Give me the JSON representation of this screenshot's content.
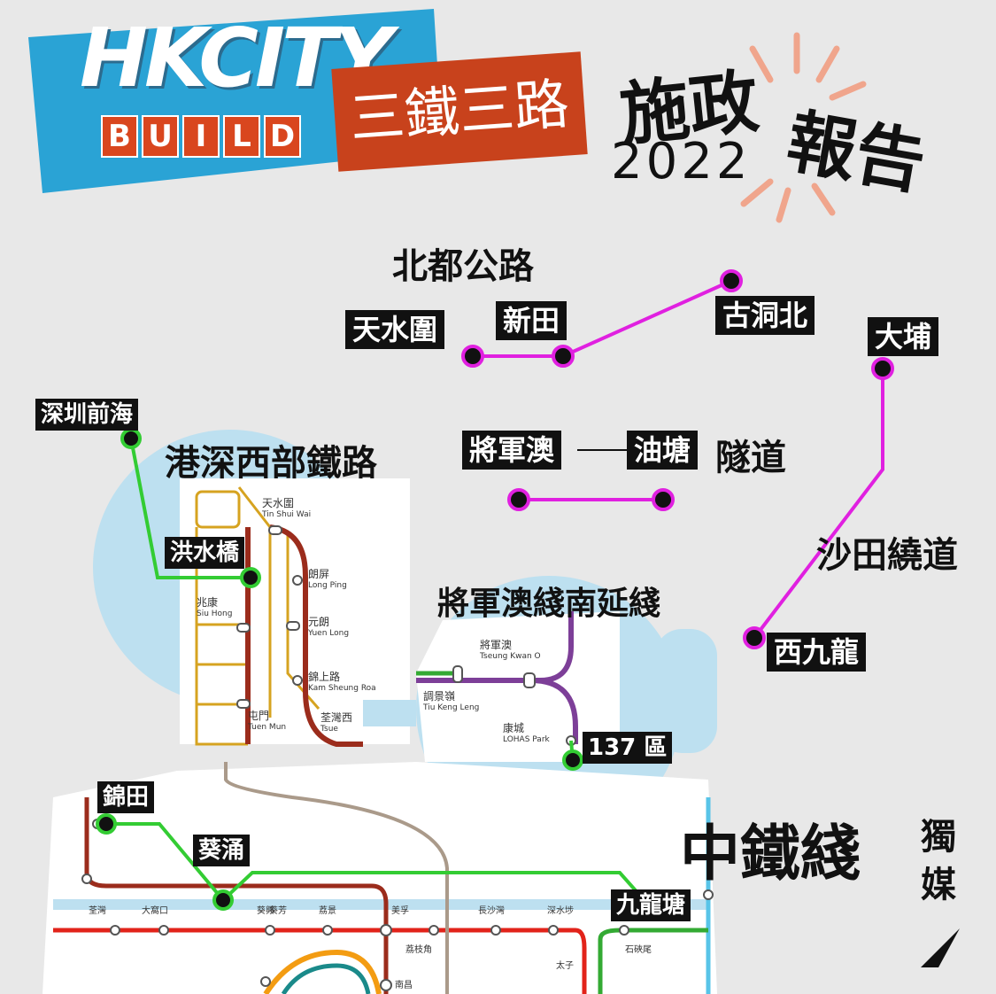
{
  "header": {
    "logo_main": "HKCITY",
    "logo_build": [
      "B",
      "U",
      "I",
      "L",
      "D"
    ],
    "logo_subtitle": "三鐵三路",
    "policy_line1": "施政",
    "policy_line2": "報告",
    "policy_year": "2022",
    "publisher": "獨媒"
  },
  "projects": {
    "northern_metropolis_highway": {
      "title": "北都公路",
      "stations": [
        "天水圍",
        "新田",
        "古洞北"
      ]
    },
    "hk_sz_western_rail": {
      "title": "港深西部鐵路",
      "stations": [
        "深圳前海",
        "洪水橋"
      ]
    },
    "tko_yau_tong_tunnel": {
      "stations": [
        "將軍澳",
        "油塘"
      ],
      "suffix": "隧道"
    },
    "shatin_bypass": {
      "title": "沙田繞道",
      "stations": [
        "大埔",
        "西九龍"
      ]
    },
    "tko_south_extension": {
      "title": "將軍澳綫南延綫",
      "stations": [
        "137 區"
      ]
    },
    "central_rail": {
      "title": "中鐵綫",
      "stations": [
        "錦田",
        "葵涌",
        "九龍塘"
      ]
    }
  },
  "map_labels": {
    "tin_shui_wai": {
      "zh": "天水圍",
      "en": "Tin Shui Wai"
    },
    "long_ping": {
      "zh": "朗屏",
      "en": "Long Ping"
    },
    "yuen_long": {
      "zh": "元朗",
      "en": "Yuen Long"
    },
    "siu_hong": {
      "zh": "兆康",
      "en": "Siu Hong"
    },
    "kam_sheung_road": {
      "zh": "錦上路",
      "en": "Kam Sheung Roa"
    },
    "tuen_mun": {
      "zh": "屯門",
      "en": "Tuen Mun"
    },
    "tsuen_wan_west": {
      "zh": "荃灣西",
      "en": "Tsue"
    },
    "tseung_kwan_o": {
      "zh": "將軍澳",
      "en": "Tseung Kwan O"
    },
    "tiu_keng_leng": {
      "zh": "調景嶺",
      "en": "Tiu Keng Leng"
    },
    "lohas_park": {
      "zh": "康城",
      "en": "LOHAS Park"
    },
    "lower_row": [
      "荃灣",
      "大窩口",
      "葵興",
      "葵芳",
      "荔景",
      "美孚",
      "長沙灣",
      "深水埗",
      "石硤尾",
      "太子",
      "荔枝角",
      "南昌"
    ]
  },
  "colors": {
    "magenta": "#e020e0",
    "green": "#33cc33",
    "tuen_ma": "#9b2c1c",
    "tsuen_wan": "#e2231a",
    "tko_line": "#7d3f98",
    "east_rail": "#58c4e8",
    "light_rail": "#d6a320",
    "water": "#bde0f0"
  }
}
